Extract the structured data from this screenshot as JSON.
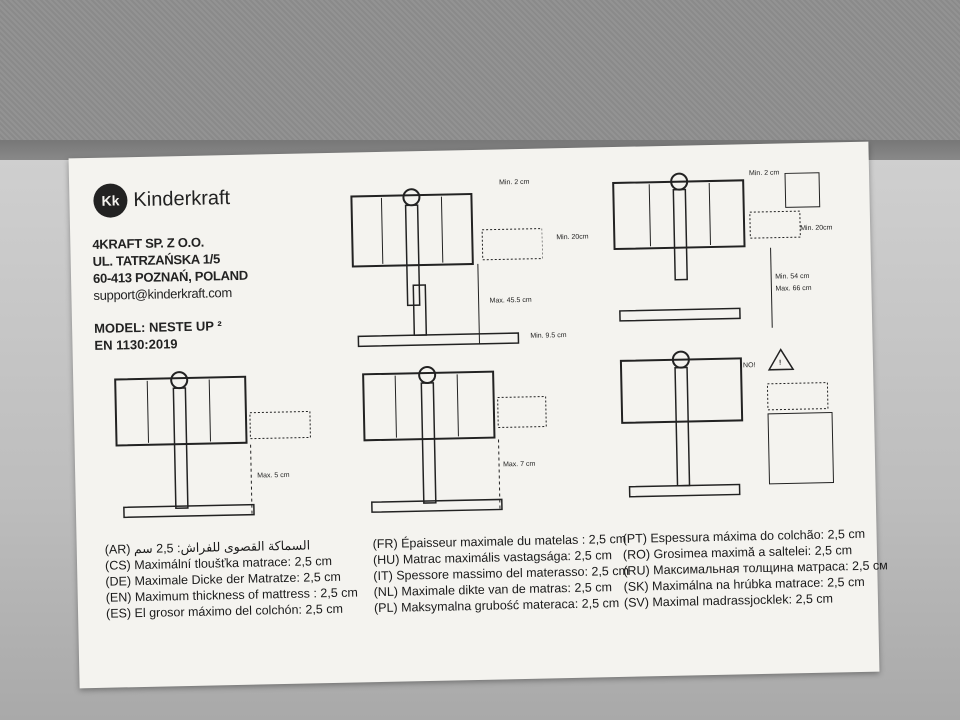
{
  "brand": {
    "logo_text": "Kk",
    "name": "Kinderkraft"
  },
  "address": {
    "company": "4KRAFT SP. Z O.O.",
    "street": "UL. TATRZAŃSKA 1/5",
    "city": "60-413 POZNAŃ, POLAND",
    "email": "support@kinderkraft.com"
  },
  "model": {
    "name": "MODEL: NESTE UP ²",
    "standard": "EN 1130:2019"
  },
  "diagram_labels": {
    "min2_a": "Min. 2 cm",
    "min20_a": "Min. 20cm",
    "max455": "Max. 45.5 cm",
    "min95": "Min. 9.5 cm",
    "min2_b": "Min. 2 cm",
    "min20_b": "Min. 20cm",
    "min54": "Min. 54 cm",
    "max66": "Max. 66 cm",
    "max5": "Max. 5 cm",
    "max7": "Max. 7 cm",
    "no": "NO!",
    "warning": "!"
  },
  "languages": {
    "col1": [
      "(AR) السماكة القصوى للفراش: 2,5 سم",
      "(CS) Maximální tloušťka matrace: 2,5 cm",
      "(DE) Maximale Dicke der Matratze: 2,5 cm",
      "(EN) Maximum thickness of mattress : 2,5 cm",
      "(ES) El grosor máximo del colchón: 2,5 cm"
    ],
    "col2": [
      "(FR) Épaisseur maximale du matelas : 2,5 cm",
      "(HU) Matrac maximális vastagsága: 2,5 cm",
      "(IT) Spessore massimo del materasso: 2,5 cm",
      "(NL) Maximale dikte van de matras: 2,5 cm",
      "(PL) Maksymalna grubość materaca: 2,5 cm"
    ],
    "col3": [
      "(PT) Espessura máxima do colchão: 2,5 cm",
      "(RO) Grosimea maximă a saltelei: 2,5 cm",
      "(RU) Максимальная толщина матраса: 2,5 см",
      "(SK) Maximálna na hrúbka matrace: 2,5 cm",
      "(SV) Maximal madrassjocklek: 2,5 cm"
    ]
  },
  "colors": {
    "label": "#f4f3ef",
    "ink": "#222222",
    "fabric": "#8f8f8f"
  }
}
